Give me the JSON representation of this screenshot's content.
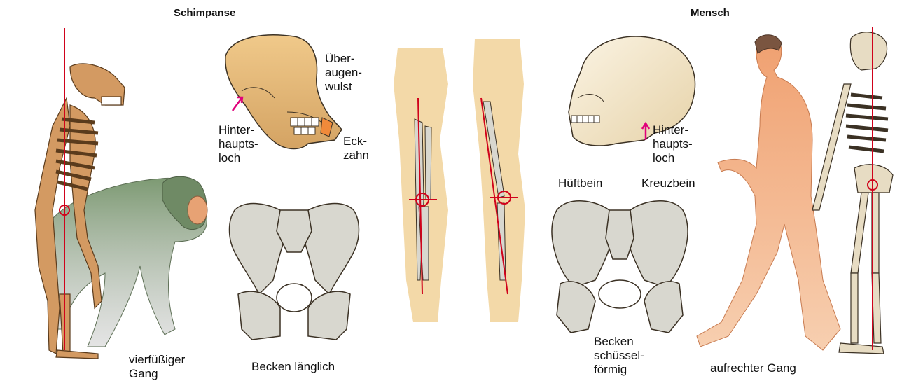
{
  "headers": {
    "chimp": "Schimpanse",
    "human": "Mensch"
  },
  "labels": {
    "chimp_gait": [
      "vierfüßiger",
      "Gang"
    ],
    "chimp_pelvis": "Becken länglich",
    "chimp_brow": [
      "Über-",
      "augen-",
      "wulst"
    ],
    "chimp_foramen": [
      "Hinter-",
      "haupts-",
      "loch"
    ],
    "chimp_canine": [
      "Eck-",
      "zahn"
    ],
    "human_foramen": [
      "Hinter-",
      "haupts-",
      "loch"
    ],
    "human_hipbone": "Hüftbein",
    "human_sacrum": "Kreuzbein",
    "human_pelvis": [
      "Becken",
      "schüssel-",
      "förmig"
    ],
    "human_gait": "aufrechter Gang"
  },
  "colors": {
    "bone": "#e7dcc3",
    "bone_outline": "#3b3124",
    "chimp_bone": "#c9915a",
    "chimp_body": "#7d9a73",
    "skin": "#f2a57a",
    "axis_line": "#d0021b",
    "arrow": "#e0007a",
    "leg_background": "#f3d9a8"
  }
}
